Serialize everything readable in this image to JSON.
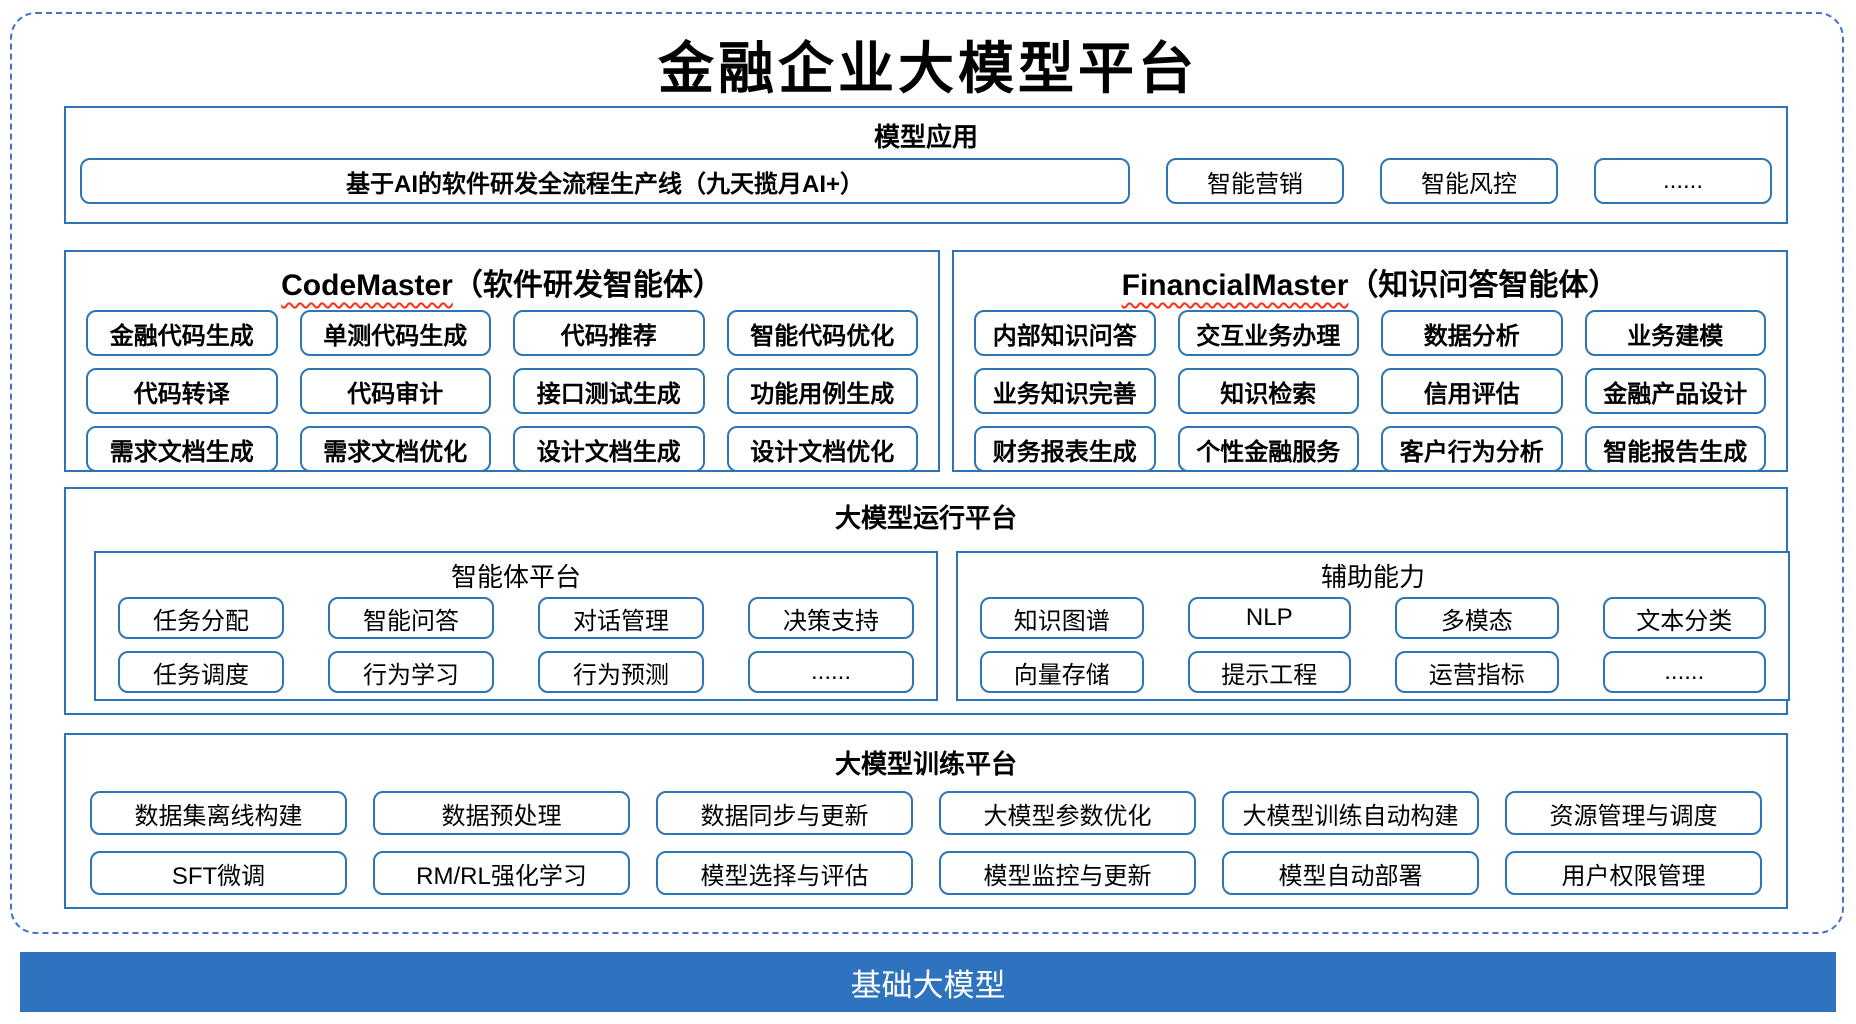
{
  "title": "金融企业大模型平台",
  "colors": {
    "box_border_blue": "#2E75B6",
    "outer_dashed_blue": "#4472C4",
    "foundation_bar_blue": "#2E73BE",
    "squiggle_red": "#FF2D16"
  },
  "model_app": {
    "header": "模型应用",
    "pipeline": "基于AI的软件研发全流程生产线（九天揽月AI+）",
    "apps": [
      "智能营销",
      "智能风控",
      "......"
    ]
  },
  "code_master": {
    "name": "CodeMaster",
    "subtitle": "（软件研发智能体）",
    "capabilities": [
      "金融代码生成",
      "单测代码生成",
      "代码推荐",
      "智能代码优化",
      "代码转译",
      "代码审计",
      "接口测试生成",
      "功能用例生成",
      "需求文档生成",
      "需求文档优化",
      "设计文档生成",
      "设计文档优化"
    ]
  },
  "financial_master": {
    "name": "FinancialMaster",
    "subtitle": "（知识问答智能体）",
    "capabilities": [
      "内部知识问答",
      "交互业务办理",
      "数据分析",
      "业务建模",
      "业务知识完善",
      "知识检索",
      "信用评估",
      "金融产品设计",
      "财务报表生成",
      "个性金融服务",
      "客户行为分析",
      "智能报告生成"
    ]
  },
  "runtime": {
    "header": "大模型运行平台",
    "agent_platform": {
      "header": "智能体平台",
      "capabilities": [
        "任务分配",
        "智能问答",
        "对话管理",
        "决策支持",
        "任务调度",
        "行为学习",
        "行为预测",
        "......"
      ]
    },
    "aux_capabilities": {
      "header": "辅助能力",
      "capabilities": [
        "知识图谱",
        "NLP",
        "多模态",
        "文本分类",
        "向量存储",
        "提示工程",
        "运营指标",
        "......"
      ]
    }
  },
  "training": {
    "header": "大模型训练平台",
    "capabilities": [
      "数据集离线构建",
      "数据预处理",
      "数据同步与更新",
      "大模型参数优化",
      "大模型训练自动构建",
      "资源管理与调度",
      "SFT微调",
      "RM/RL强化学习",
      "模型选择与评估",
      "模型监控与更新",
      "模型自动部署",
      "用户权限管理"
    ]
  },
  "foundation": {
    "label": "基础大模型"
  }
}
